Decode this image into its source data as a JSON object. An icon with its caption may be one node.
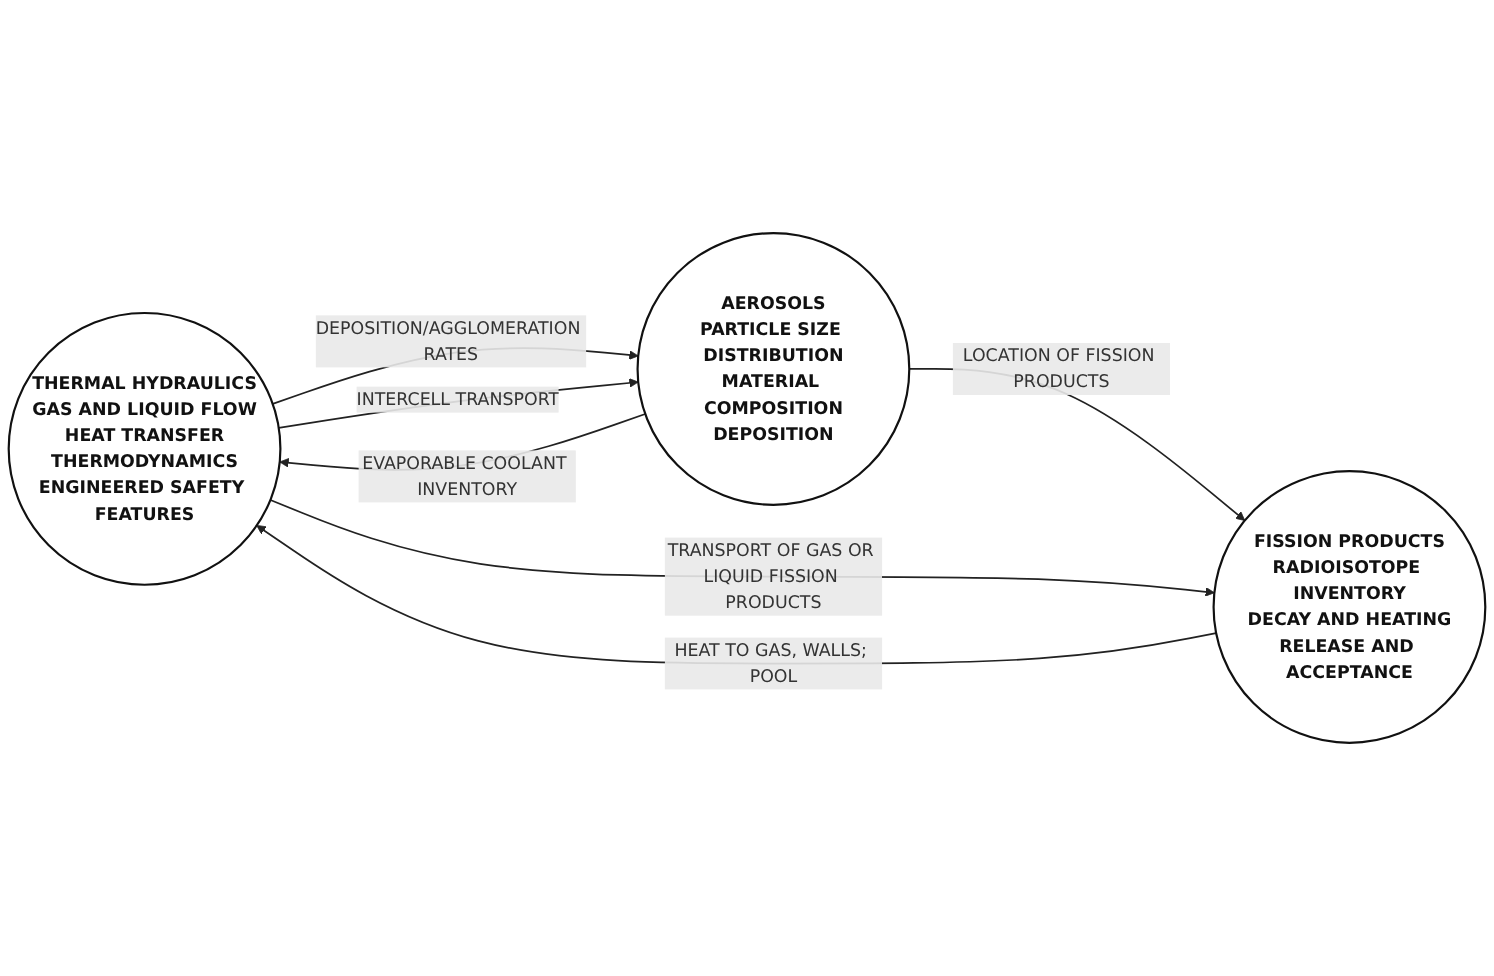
{
  "diagram": {
    "nodes": [
      {
        "text": [
          "THERMAL HYDRAULICS",
          "GAS AND LIQUID FLOW",
          "HEAT TRANSFER",
          "THERMODYNAMICS",
          "ENGINEERED SAFETY FEATURES"
        ]
      },
      {
        "text": [
          "AEROSOLS",
          "PARTICLE SIZE DISTRIBUTION",
          "MATERIAL COMPOSITION",
          "DEPOSITION"
        ]
      },
      {
        "text": [
          "FISSION PRODUCTS",
          "RADIOISOTOPE INVENTORY",
          "DECAY AND HEATING",
          "RELEASE AND ACCEPTANCE"
        ]
      }
    ],
    "edges": [
      {
        "from": 0,
        "to": 1,
        "arrow": "to",
        "label": "DEPOSITION/AGGLOMERATION RATES"
      },
      {
        "from": 0,
        "to": 1,
        "arrow": "to",
        "label": "INTERCELL TRANSPORT"
      },
      {
        "from": 1,
        "to": 2,
        "arrow": "to",
        "label": "LOCATION OF FISSION PRODUCTS"
      },
      {
        "from": 1,
        "to": 0,
        "arrow": "to",
        "label": "EVAPORABLE COOLANT INVENTORY"
      },
      {
        "from": 2,
        "to": 0,
        "arrow": "to",
        "label": "HEAT TO GAS, WALLS; POOL"
      },
      {
        "from": 0,
        "to": 2,
        "arrow": "to",
        "label": "TRANSPORT OF GAS OR LIQUID FISSION PRODUCTS"
      }
    ]
  }
}
